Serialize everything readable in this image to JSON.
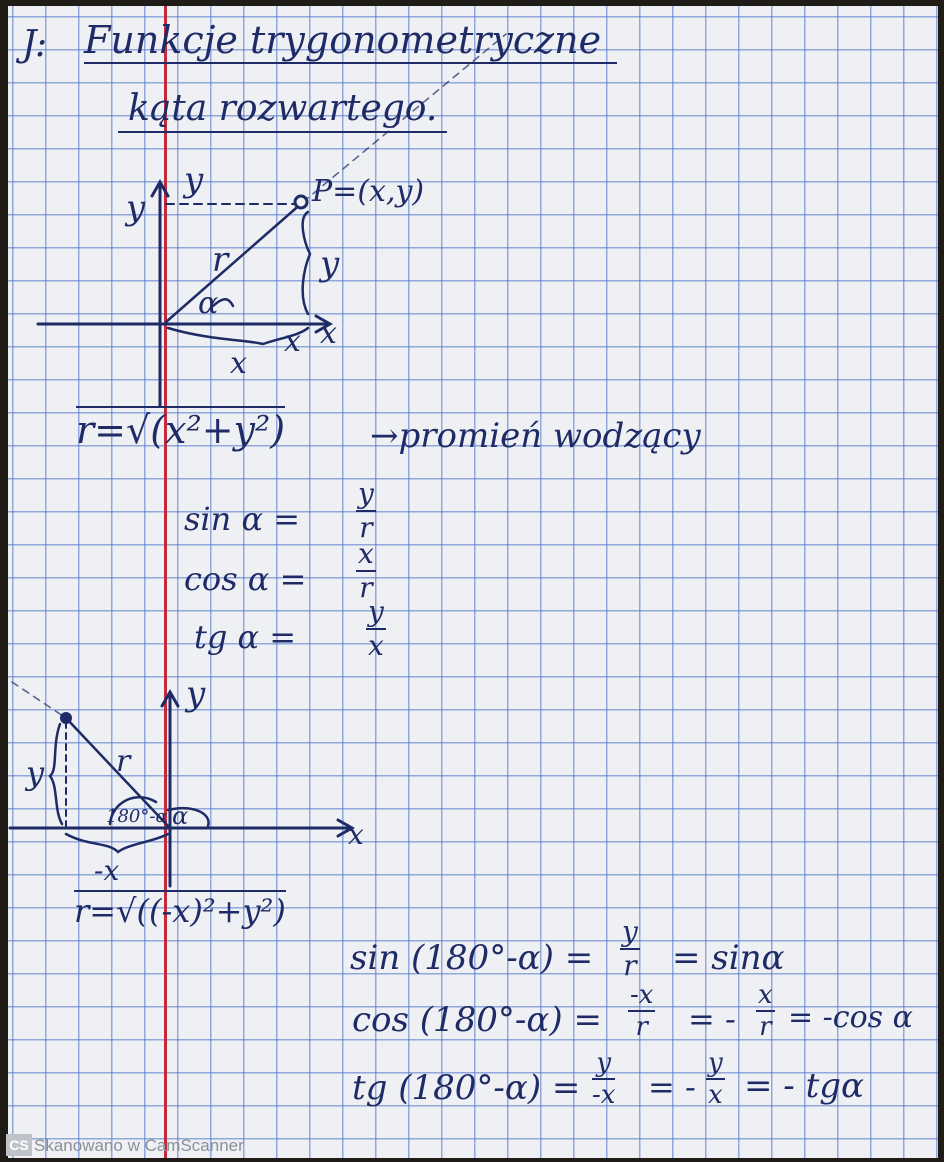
{
  "title": {
    "marker": "J:",
    "line1": "Funkcje trygonometryczne",
    "line2": "kąta rozwartego."
  },
  "figure1": {
    "axis_y": "y",
    "axis_x": "x",
    "point": "P=(x,y)",
    "y_mark": "y",
    "r_label": "r",
    "angle": "α",
    "x_brace": "x",
    "x_tick": "x",
    "y_brace": "y"
  },
  "radius_formula": "r=√(x²+y²)",
  "radius_note": "→promień wodzący",
  "definitions": [
    {
      "lhs": "sin α =",
      "num": "y",
      "den": "r"
    },
    {
      "lhs": "cos α =",
      "num": "x",
      "den": "r"
    },
    {
      "lhs": "tg α =",
      "num": "y",
      "den": "x"
    }
  ],
  "figure2": {
    "axis_y": "y",
    "axis_x": "x",
    "r_label": "r",
    "y_brace": "y",
    "angle_outer": "180°-α",
    "angle_inner": "α",
    "x_brace": "-x"
  },
  "radius_formula2": "r=√((-x)²+y²)",
  "identities": [
    {
      "lhs": "sin (180°-α) =",
      "f1num": "y",
      "f1den": "r",
      "rest": "= sinα",
      "f2num": "",
      "f2den": "",
      "tail": ""
    },
    {
      "lhs": "cos (180°-α) =",
      "f1num": "-x",
      "f1den": "r",
      "rest": "= -",
      "f2num": "x",
      "f2den": "r",
      "tail": "= -cos α"
    },
    {
      "lhs": "tg (180°-α) =",
      "f1num": "y",
      "f1den": "-x",
      "rest": "= -",
      "f2num": "y",
      "f2den": "x",
      "tail": "= - tgα"
    }
  ],
  "footer": {
    "logo": "CS",
    "text": "Skanowano w CamScanner"
  }
}
